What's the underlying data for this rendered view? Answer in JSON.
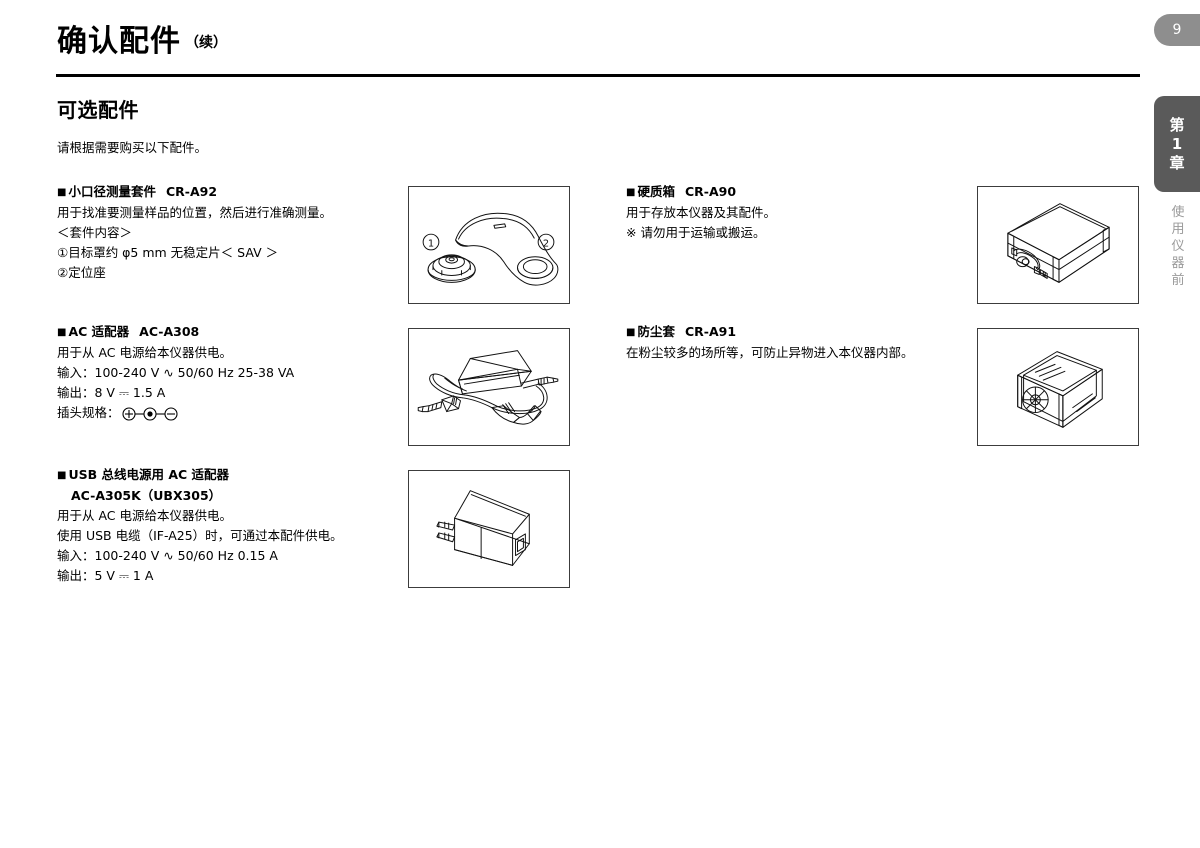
{
  "page": {
    "number": "9",
    "title": "确认配件",
    "title_suffix": "（续）",
    "section_title": "可选配件",
    "section_lead": "请根据需要购买以下配件。"
  },
  "chapter_tab": {
    "line1": "第",
    "line2": "1",
    "line3": "章",
    "subtitle_chars": [
      "使",
      "用",
      "仪",
      "器",
      "前"
    ]
  },
  "accessories": [
    {
      "id": "cr-a92",
      "marker": "■",
      "name": "小口径测量套件",
      "model": "CR-A92",
      "lines": [
        "用于找准要测量样品的位置，然后进行准确测量。",
        "＜套件内容＞",
        "①目标罩约 φ5 mm 无稳定片＜ SAV ＞",
        "②定位座"
      ],
      "figure_label_1": "①",
      "figure_label_2": "②",
      "figure_name": "small-aperture-kit-illustration"
    },
    {
      "id": "ac-a308",
      "marker": "■",
      "name": "AC 适配器",
      "model": "AC-A308",
      "lines": [
        "用于从 AC 电源给本仪器供电。",
        "输入：100-240 V ∿ 50/60 Hz 25-38 VA",
        "输出：8 V ⎓ 1.5 A",
        "插头规格："
      ],
      "polarity_symbol": "⊕—◉—⊖",
      "figure_name": "ac-adapter-illustration"
    },
    {
      "id": "ac-a305k",
      "marker": "■",
      "name": "USB 总线电源用 AC 适配器",
      "model": "AC-A305K（UBX305）",
      "lines": [
        "用于从 AC 电源给本仪器供电。",
        "使用 USB 电缆（IF-A25）时，可通过本配件供电。",
        "输入：100-240 V ∿ 50/60 Hz 0.15 A",
        "输出：5 V ⎓ 1 A"
      ],
      "figure_name": "usb-ac-adapter-illustration"
    },
    {
      "id": "cr-a90",
      "marker": "■",
      "name": "硬质箱",
      "model": "CR-A90",
      "lines": [
        "用于存放本仪器及其配件。",
        "※ 请勿用于运输或搬运。"
      ],
      "figure_name": "hard-case-illustration"
    },
    {
      "id": "cr-a91",
      "marker": "■",
      "name": "防尘套",
      "model": "CR-A91",
      "lines": [
        "在粉尘较多的场所等，可防止异物进入本仪器内部。"
      ],
      "figure_name": "dust-cover-illustration"
    }
  ],
  "colors": {
    "page_tab": "#8e8e8e",
    "chapter_tab": "#5a5a5a",
    "chapter_sub_text": "#9a9a9a",
    "rule": "#000000",
    "figure_border": "#3c3c3c"
  }
}
